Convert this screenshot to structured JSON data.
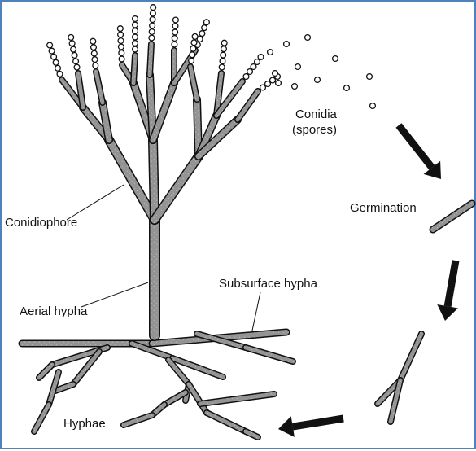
{
  "diagram": {
    "labels": {
      "conidia": "Conidia",
      "spores": "(spores)",
      "germination": "Germination",
      "conidiophore": "Conidiophore",
      "subsurface": "Subsurface hypha",
      "aerial": "Aerial hypha",
      "hyphae": "Hyphae"
    },
    "colors": {
      "ink": "#111111",
      "frame": "#4f81bd",
      "stipple": "#555555"
    }
  }
}
